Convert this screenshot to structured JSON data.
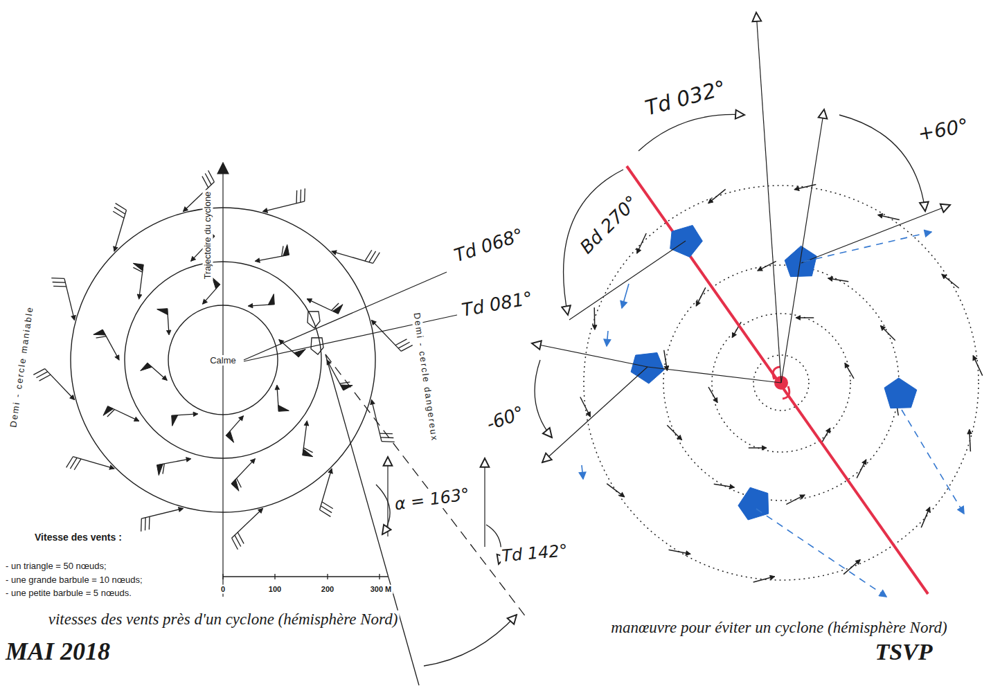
{
  "diagram": {
    "nodes": [
      {
        "text": [
          "Calme"
        ]
      }
    ],
    "labels": [
      "Trajectoire du cyclone",
      "Demi - cercle maniable",
      "Demi - cercle dangereux",
      "Td 068°",
      "Td 081°",
      "α = 163°",
      "Td 142°",
      "Vitesse des vents :",
      "- un triangle = 50 nœuds;",
      "- une grande barbule = 10 nœuds;",
      "- une petite barbule = 5 nœuds.",
      "0",
      "100",
      "200",
      "300 M",
      "vitesses des vents près d'un cyclone (hémisphère Nord)",
      "Td 032°",
      "+60°",
      "Bd 270°",
      "-60°",
      "manœuvre pour éviter un cyclone (hémisphère Nord)",
      "MAI 2018",
      "TSVP"
    ]
  }
}
